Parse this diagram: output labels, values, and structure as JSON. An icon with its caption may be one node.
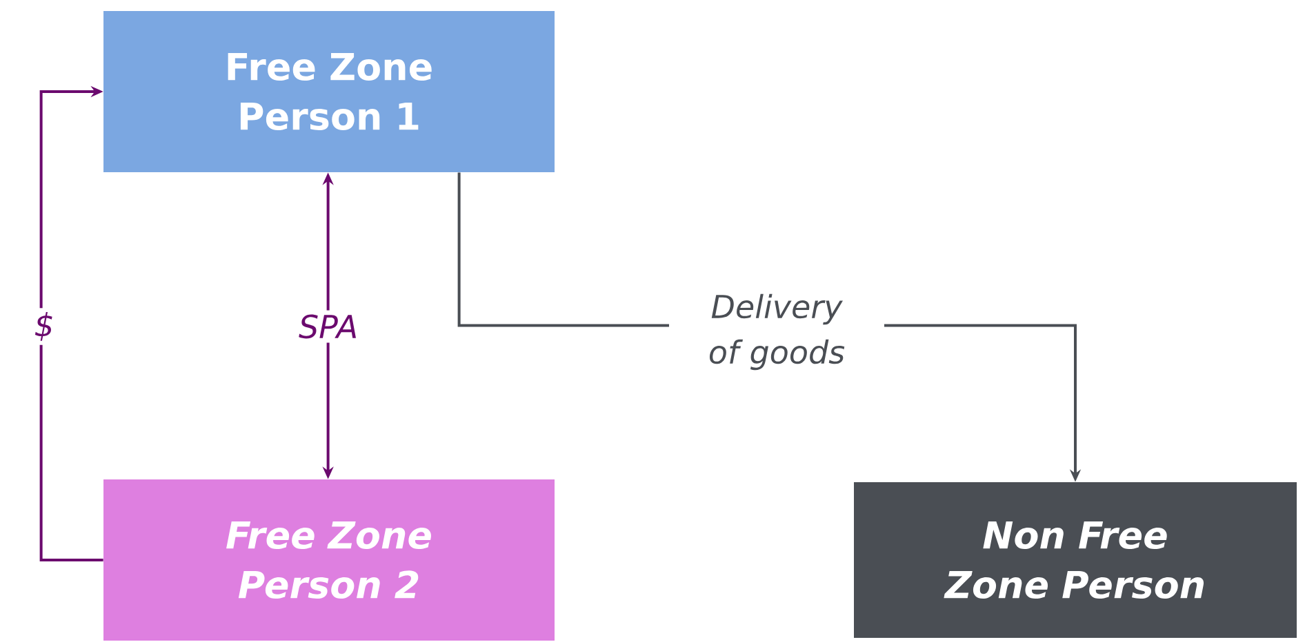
{
  "diagram": {
    "nodes": [
      {
        "text": [
          "Free Zone Person 1"
        ]
      },
      {
        "text": [
          "Free Zone Person 2"
        ]
      },
      {
        "text": [
          "Non Free Zone Person"
        ]
      }
    ],
    "edges": [
      {
        "from": 1,
        "to": 0,
        "arrow": "to",
        "label": "$"
      },
      {
        "from": 0,
        "to": 1,
        "arrow": "both",
        "label": "SPA"
      },
      {
        "from": 0,
        "to": 2,
        "arrow": "to",
        "label": "Delivery of goods",
        "color": "#4a4e54"
      }
    ]
  }
}
